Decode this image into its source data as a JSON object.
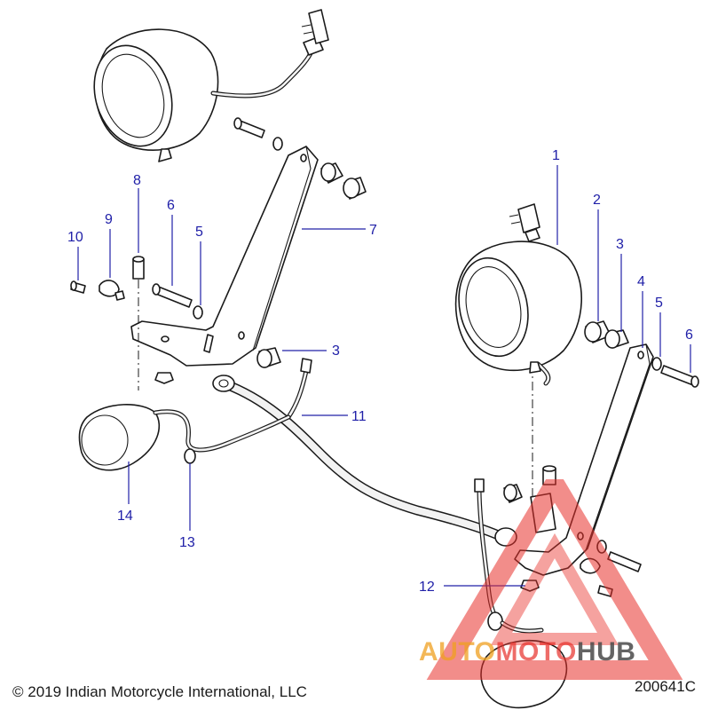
{
  "callouts": {
    "c1": "1",
    "c2": "2",
    "c3a": "3",
    "c3b": "3",
    "c4": "4",
    "c5a": "5",
    "c5b": "5",
    "c6a": "6",
    "c6b": "6",
    "c7": "7",
    "c8": "8",
    "c9": "9",
    "c10": "10",
    "c11": "11",
    "c12": "12",
    "c13": "13",
    "c14": "14"
  },
  "footer": {
    "copyright": "© 2019 Indian Motorcycle International, LLC",
    "diagram_code": "200641C"
  },
  "watermark": {
    "part1": "AUTO",
    "part2": "MOTO",
    "part3": "HUB",
    "color_primary": "#e8302a",
    "color_accent": "#f0a020",
    "color_dark": "#4a4a4a"
  }
}
